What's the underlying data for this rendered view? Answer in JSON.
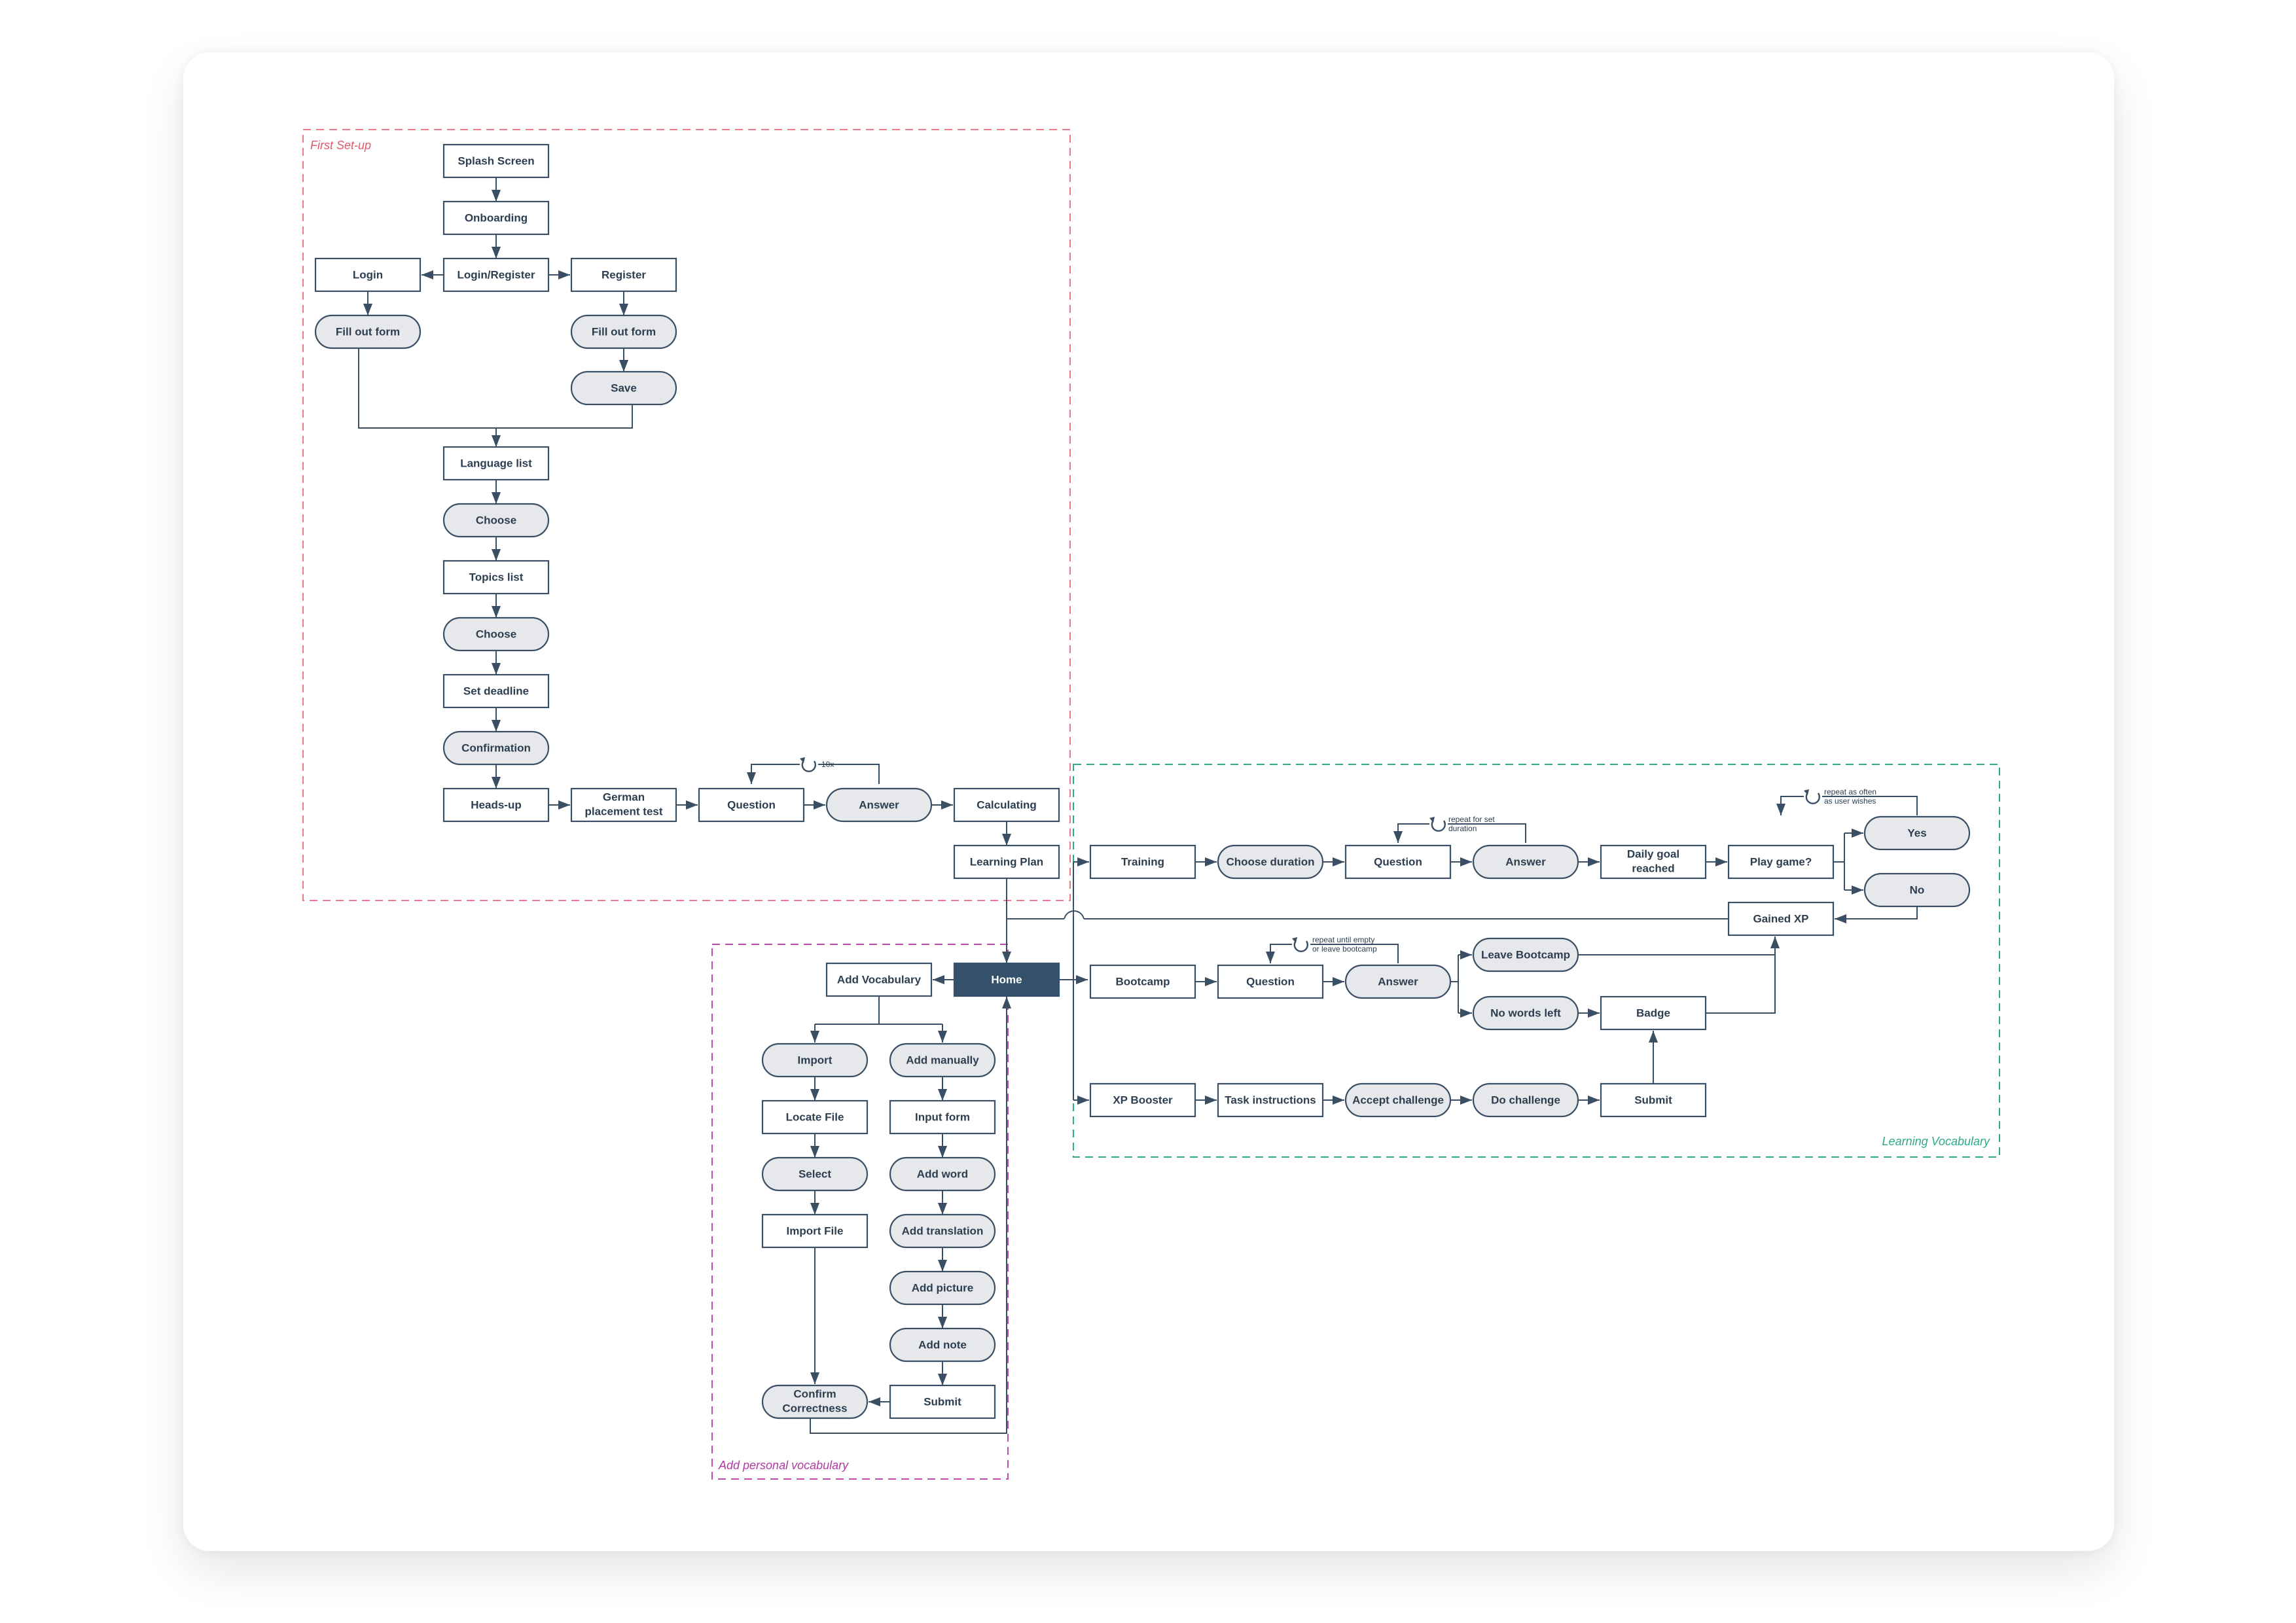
{
  "colors": {
    "line": "#3a4f64",
    "box_fill": "#ffffff",
    "pill_fill": "#e6e8eb",
    "home_fill": "#34506a",
    "home_text": "#ffffff",
    "group_setup": "#e87a8a",
    "group_learning": "#2eaa8a",
    "group_personal": "#c04bb0"
  },
  "groups": {
    "first_setup": "First Set-up",
    "learning_vocabulary": "Learning Vocabulary",
    "add_personal_vocabulary": "Add personal vocabulary"
  },
  "nodes": {
    "splash": "Splash Screen",
    "onboarding": "Onboarding",
    "login_register": "Login/Register",
    "login": "Login",
    "register": "Register",
    "fill_form_login": "Fill out form",
    "fill_form_register": "Fill out form",
    "save": "Save",
    "language_list": "Language list",
    "choose_language": "Choose",
    "topics_list": "Topics list",
    "choose_topic": "Choose",
    "set_deadline": "Set deadline",
    "confirmation": "Confirmation",
    "heads_up": "Heads-up",
    "german_test": [
      "German",
      "placement test"
    ],
    "question_test": "Question",
    "answer_test": "Answer",
    "calculating": "Calculating",
    "learning_plan": "Learning Plan",
    "home": "Home",
    "add_vocabulary": "Add Vocabulary",
    "import": "Import",
    "add_manually": "Add manually",
    "locate_file": "Locate File",
    "input_form": "Input form",
    "select": "Select",
    "add_word": "Add word",
    "import_file": "Import File",
    "add_translation": "Add translation",
    "add_picture": "Add picture",
    "add_note": "Add note",
    "confirm_correctness": [
      "Confirm",
      "Correctness"
    ],
    "submit_personal": "Submit",
    "training": "Training",
    "choose_duration": "Choose duration",
    "question_training": "Question",
    "answer_training": "Answer",
    "daily_goal": [
      "Daily goal",
      "reached"
    ],
    "play_game": "Play game?",
    "yes": "Yes",
    "no": "No",
    "gained_xp": "Gained XP",
    "bootcamp": "Bootcamp",
    "question_bootcamp": "Question",
    "answer_bootcamp": "Answer",
    "leave_bootcamp": "Leave Bootcamp",
    "no_words_left": "No words left",
    "badge": "Badge",
    "xp_booster": "XP Booster",
    "task_instructions": "Task instructions",
    "accept_challenge": "Accept challenge",
    "do_challenge": "Do challenge",
    "submit_booster": "Submit"
  },
  "loops": {
    "test": [
      "10x"
    ],
    "training": [
      "repeat for set",
      "duration"
    ],
    "bootcamp": [
      "repeat until empty",
      "or leave bootcamp"
    ],
    "game": [
      "repeat as often",
      "as user wishes"
    ]
  }
}
